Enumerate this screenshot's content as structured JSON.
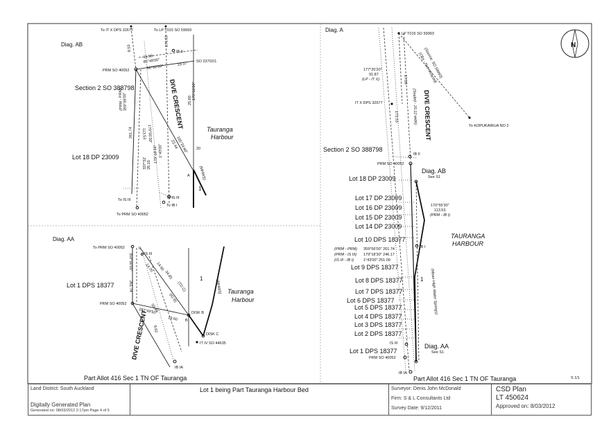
{
  "diag_ab": {
    "title": "Diag. AB",
    "labels": {
      "to_it_x": "To IT X DPS 32677",
      "to_lp": "To LP T015 SO 59993",
      "prm_top": "PRM  SO 40052",
      "so_right": "SO 23702/1",
      "section": "Section 2 SO 388798",
      "lot18": "Lot 18 DP 23009",
      "road": "DIVE CRESCENT",
      "harbour": "Tauranga\nHarbour",
      "to_is_iii_a": "To IS III",
      "to_is_iii_b": "To IS III",
      "to_ib_i": "To IB I",
      "to_prm_bottom": "To PRM  SO 40052",
      "ib_ii": "IB II",
      "mhws": "(MHWS)",
      "parcel": "1",
      "pt_a": "A",
      "pt_20": "20"
    },
    "bearings": [
      "11.58",
      "85°48'00\"",
      "80°32'20\"",
      "19.37",
      "179°56'00\"",
      "25.60",
      "155°24'40\"",
      "22.44",
      "113.53",
      "170°55'30\"",
      "179°18'30\"",
      "1°43'00\"",
      "261.74",
      "359°56'00\"",
      "(PRM - PRM)",
      "337°52'",
      "26.15",
      "8.53",
      "173.53"
    ]
  },
  "diag_aa": {
    "title": "Diag. AA",
    "labels": {
      "to_prm": "To PRM  SO 40052",
      "is_iii": "IS III",
      "lot1": "Lot 1 DPS 18377",
      "prm_mid": "PRM  SO 40052",
      "road": "DIVE CRESCENT",
      "harbour": "Tauranga\nHarbour",
      "disk_b": "DISK B",
      "disk_c": "DISK C",
      "it_iv": "IT IV SO 44635",
      "ib_ia": "IB IA",
      "parcel": "1",
      "mhws": "(MHWS)",
      "pt_b": "B",
      "ii": "II"
    },
    "bearings": [
      "359°56'00\"",
      "261.74",
      "282°49'50\"",
      "19.60",
      "34.85",
      "(TD C)",
      "14.50",
      "14.70",
      "(IG B)",
      "55.86",
      "9.62"
    ]
  },
  "diag_a": {
    "title": "Diag. A",
    "labels": {
      "lp_top": "LP T015 SO 59993",
      "it_x": "IT X DPS 32677",
      "source": "(Source: SO 59993)",
      "survey_note": "(Obs - Not retraced)",
      "lp_it": "(LP - IT X)",
      "bearing_lp": "177°20'20\"",
      "dist_lp": "91.87",
      "to_kopu": "To KOPUKAIRUA NO 2",
      "road": "DIVE CRESCENT",
      "road_note": "(Sealed - 20.12 wide)",
      "section": "Section 2 SO 388798",
      "prm": "PRM  SO 40052",
      "ib_ii": "IB II",
      "diag_ab_ref": "Diag. AB",
      "see_s1_a": "See S1",
      "lot18": "Lot 18 DP 23009",
      "lot17": "Lot 17 DP 23009",
      "lot16": "Lot 16 DP 23009",
      "lot15": "Lot 15 DP 23009",
      "lot14": "Lot 14 DP 23009",
      "lot10": "Lot 10 DPS 18377",
      "lot9": "Lot 9 DPS 18377",
      "lot8": "Lot 8 DPS 18377",
      "lot7": "Lot 7 DPS 18377",
      "lot6": "Lot 6 DPS 18377",
      "lot5": "Lot 5 DPS 18377",
      "lot4": "Lot 4 DPS 18377",
      "lot3": "Lot 3 DPS 18377",
      "lot2": "Lot 2 DPS 18377",
      "lot1": "Lot 1 DPS 18377",
      "harbour": "TAURANGA\nHARBOUR",
      "b1": "170°55'30\"",
      "b1d": "113.53",
      "b1n": "(PRM - IB I)",
      "prm_prm": "(PRM - PRM)",
      "prm_prm_v": "359°56'00\"  261.74",
      "prm_is": "(PRM - IS III)",
      "prm_is_v": "179°18'30\"  246.17",
      "is_ib": "(IS III - IB I)",
      "is_ib_v": "1°43'00\"  251.09",
      "ib_i": "IB I",
      "is_iii": "IS III",
      "prm_bottom": "PRM  SO 40052",
      "ib_ia": "IB IA",
      "diag_aa_ref": "Diag. AA",
      "see_s1_b": "See S1",
      "mhws_long": "(Mean High Water Springs)",
      "parcel": "1",
      "d1": "17.53",
      "d2": "173.53"
    }
  },
  "part_allot": "Part Allot 416 Sec 1 TN OF Tauranga",
  "sheet_ref": "S 1/1",
  "title_block": {
    "land_district": "Land District: South Auckland",
    "generated": "Digitally Generated Plan",
    "generated_on": "Generated on: 08/03/2012 2:17pm Page 4 of 5",
    "plan_title": "Lot 1 being Part Tauranga Harbour Bed",
    "surveyor": "Surveyor: Denis John McDonald",
    "firm": "Firm: S & L Consultants Ltd",
    "survey_date": "Survey Date: 9/12/2011",
    "csd_plan": "CSD Plan",
    "plan_no": "LT 450624",
    "approved": "Approved on: 8/03/2012"
  },
  "north_arrow": "N"
}
